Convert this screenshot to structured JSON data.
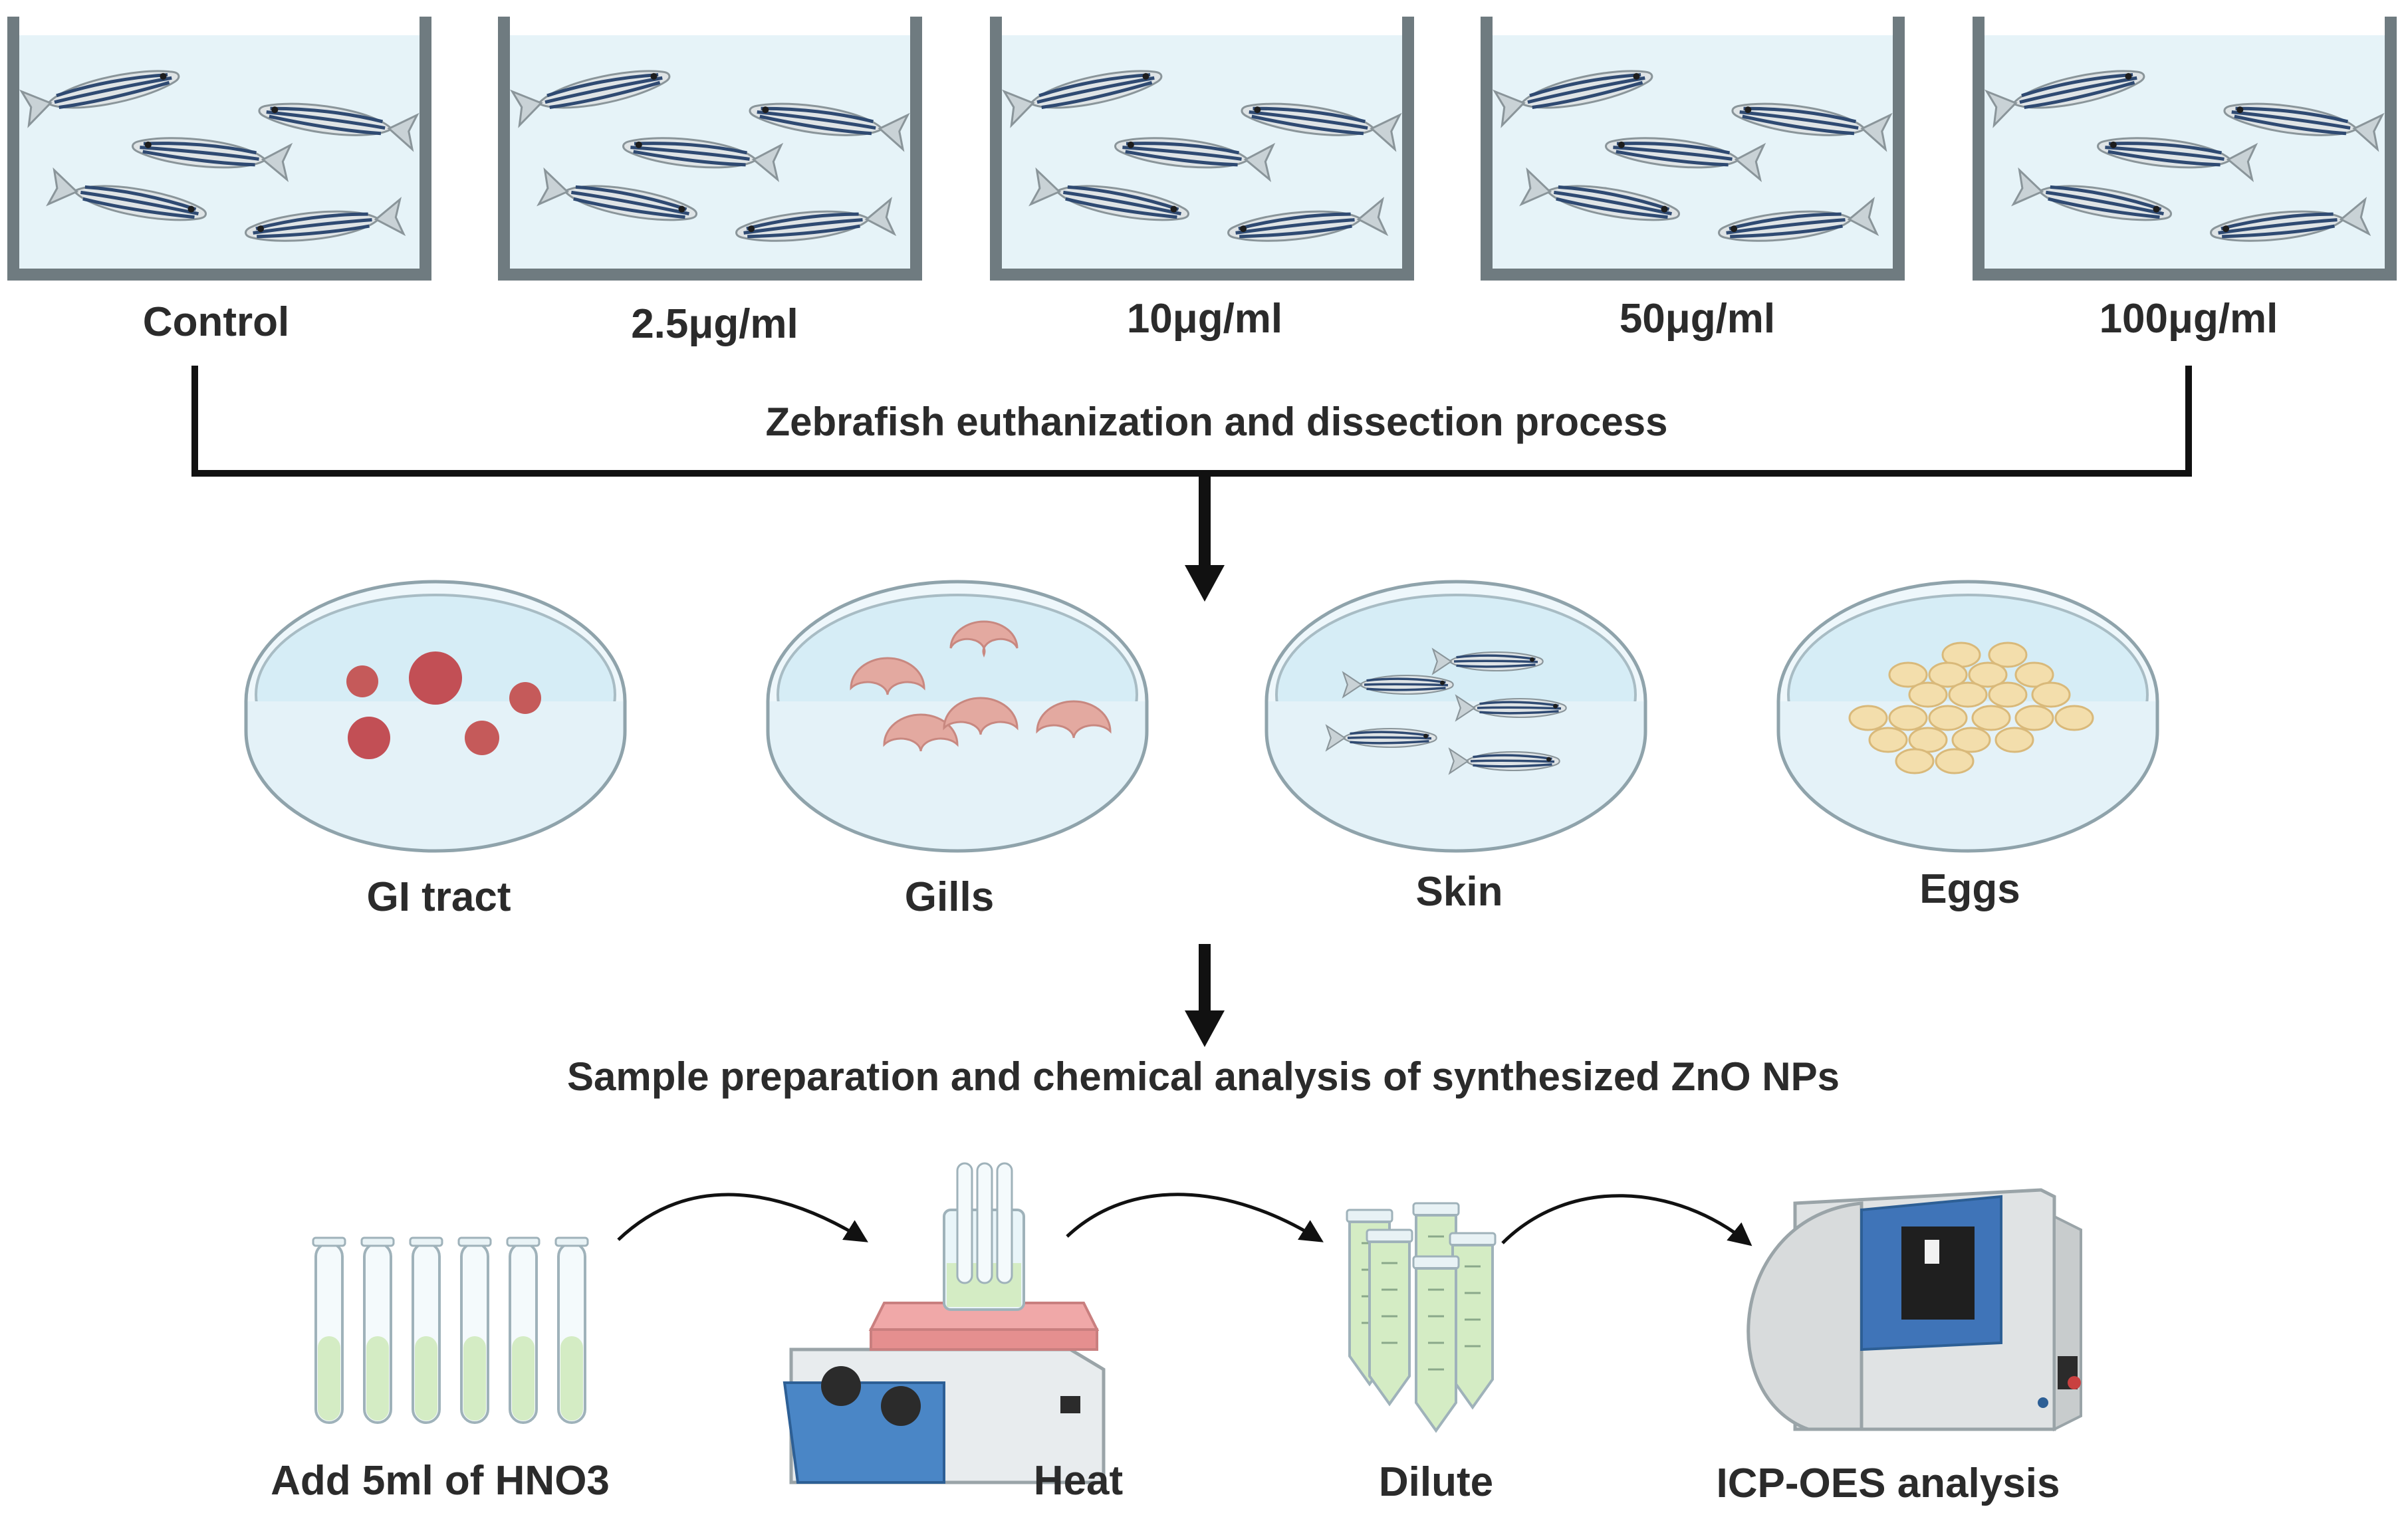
{
  "tanks": [
    {
      "label": "Control"
    },
    {
      "label": "2.5μg/ml"
    },
    {
      "label": "10μg/ml"
    },
    {
      "label": "50μg/ml"
    },
    {
      "label": "100μg/ml"
    }
  ],
  "dissection_label": "Zebrafish euthanization and dissection process",
  "dishes": [
    {
      "label": "GI tract"
    },
    {
      "label": "Gills"
    },
    {
      "label": "Skin"
    },
    {
      "label": "Eggs"
    }
  ],
  "analysis_label": "Sample preparation and chemical analysis of synthesized ZnO NPs",
  "steps": [
    {
      "label": "Add 5ml of HNO3"
    },
    {
      "label": "Heat"
    },
    {
      "label": "Dilute"
    },
    {
      "label": "ICP-OES analysis"
    }
  ],
  "colors": {
    "water": "#e6f3f8",
    "tank_frame": "#6f7b80",
    "flow_line": "#111111",
    "liquid": "#d4ecc4",
    "hotplate_top": "#f0a8a8",
    "hotplate_base": "#4a86c6",
    "instrument_window": "#3f74b8"
  }
}
